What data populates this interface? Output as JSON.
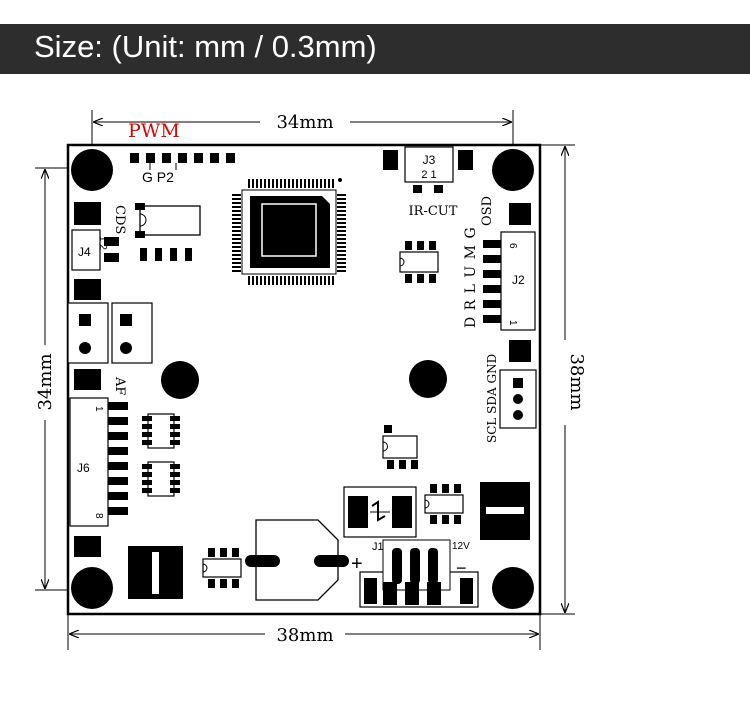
{
  "banner": {
    "title": "Size: (Unit: mm / 0.3mm)"
  },
  "colors": {
    "banner_bg": "#2d2d2d",
    "banner_text": "#ffffff",
    "pwm_label": "#e00000",
    "ink": "#000000"
  },
  "dimensions": {
    "top_width": "34mm",
    "bottom_width": "38mm",
    "left_height": "34mm",
    "right_height": "38mm"
  },
  "labels": {
    "pwm": "PWM",
    "gp2": "G P2",
    "j3": "J3",
    "j3_pins": "2 1",
    "ir_cut": "IR-CUT",
    "osd": "OSD",
    "cds": "CDS",
    "j4": "J4",
    "j4_pins": "1 2",
    "drlumg": "D R L U M G",
    "j2": "J2",
    "j2_pin_top": "6",
    "j2_pin_bottom": "1",
    "af": "AF",
    "j6": "J6",
    "j6_pin_top": "1",
    "j6_pin_bottom": "8",
    "scl_sda_gnd": "SCL SDA GND",
    "j1": "J1",
    "v12": "12V",
    "plus": "+",
    "minus": "−"
  }
}
